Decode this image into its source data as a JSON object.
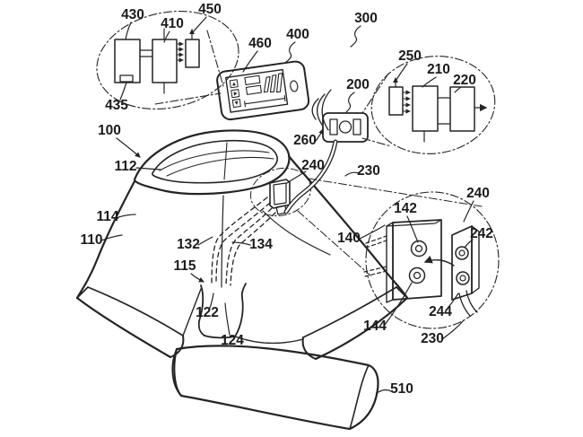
{
  "figure": {
    "paper_color": "#ffffff",
    "ink_color": "#242424",
    "kind": "patent line drawing"
  },
  "labels": {
    "n100": "100",
    "n110": "110",
    "n112": "112",
    "n114": "114",
    "n115": "115",
    "n122": "122",
    "n124": "124",
    "n132": "132",
    "n134": "134",
    "n140": "140",
    "n142": "142",
    "n144": "144",
    "n200": "200",
    "n210": "210",
    "n220": "220",
    "n230a": "230",
    "n230b": "230",
    "n240a": "240",
    "n240b": "240",
    "n242": "242",
    "n244": "244",
    "n250": "250",
    "n260": "260",
    "n300": "300",
    "n400": "400",
    "n410": "410",
    "n430": "430",
    "n435": "435",
    "n450": "450",
    "n460": "460",
    "n510": "510"
  },
  "icons": {
    "phone_buttons": [
      "triangle-up-icon",
      "triangle-right-icon",
      "triangle-down-icon"
    ],
    "wireless": "signal-arcs-icon",
    "antennas": "arrow-antenna-icon",
    "snap_fasteners": "concentric-circle-snap-icon"
  }
}
